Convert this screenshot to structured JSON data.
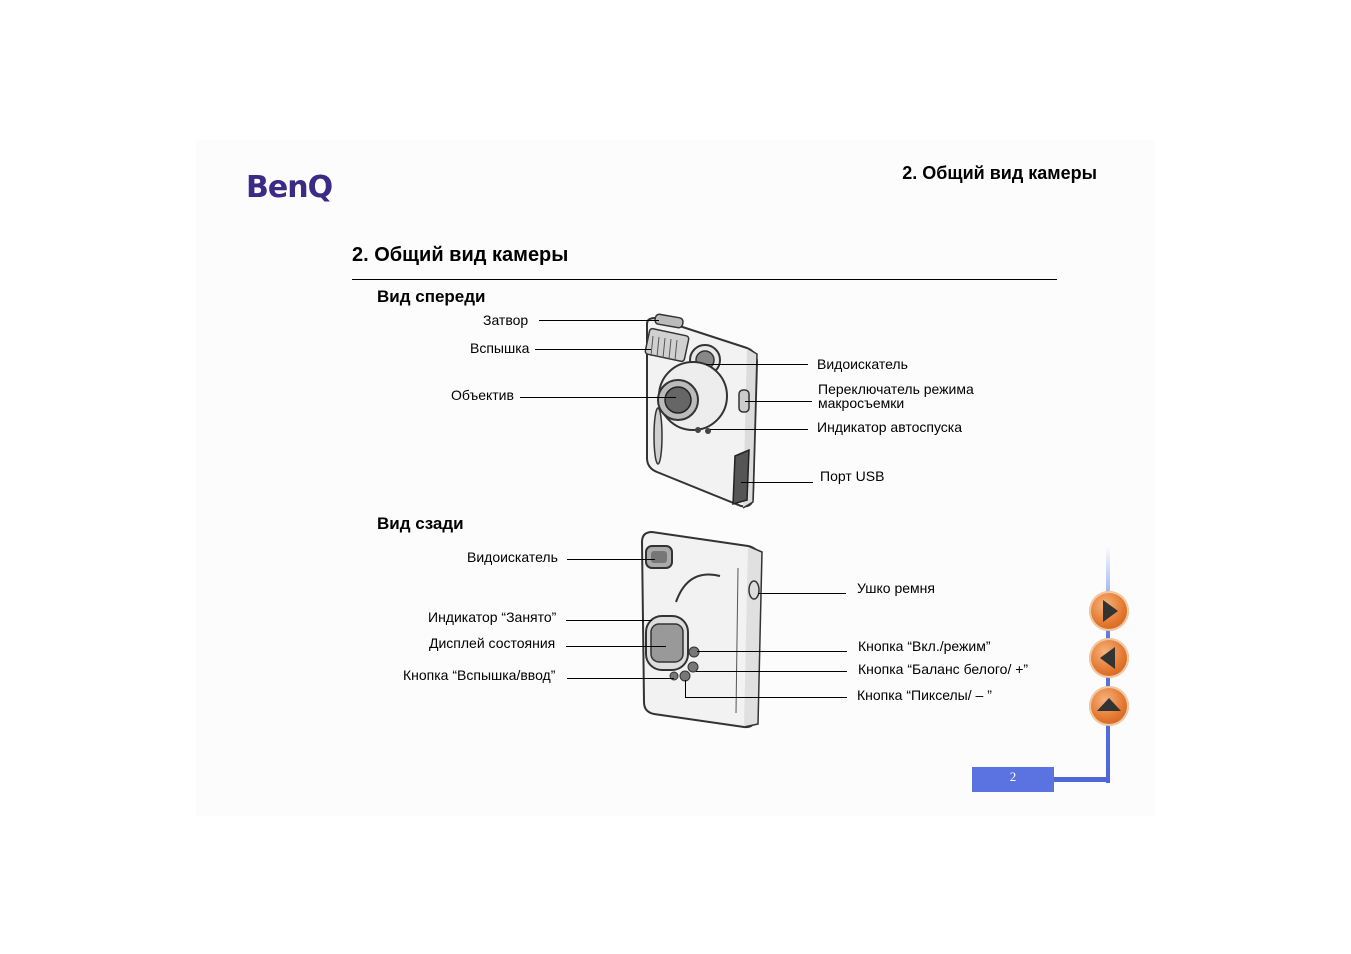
{
  "brand": {
    "logo_text": "BenQ",
    "color": "#3b2a86"
  },
  "header": {
    "title": "2. Общий вид камеры"
  },
  "section": {
    "title": "2. Общий вид камеры"
  },
  "front": {
    "heading": "Вид спереди",
    "labels": {
      "shutter": "Затвор",
      "flash": "Вспышка",
      "lens": "Объектив",
      "viewfinder": "Видоискатель",
      "macro_line1": "Переключатель режима",
      "macro_line2": "макросъемки",
      "selftimer": "Индикатор автоспуска",
      "usb": "Порт USB"
    }
  },
  "back": {
    "heading": "Вид сзади",
    "labels": {
      "viewfinder": "Видоискатель",
      "busy": "Индикатор “Занято”",
      "status": "Дисплей состояния",
      "flash_enter": "Кнопка “Вспышка/ввод”",
      "strap": "Ушко ремня",
      "power_mode": "Кнопка “Вкл./режим”",
      "white_balance": "Кнопка “Баланс белого/ +”",
      "pixels": "Кнопка “Пикселы/ – ”"
    }
  },
  "nav": {
    "next_icon": "arrow-right-icon",
    "prev_icon": "arrow-left-icon",
    "up_icon": "arrow-up-icon",
    "accent": "#e2762e",
    "track_color": "#5b73e0"
  },
  "page_number": "2"
}
